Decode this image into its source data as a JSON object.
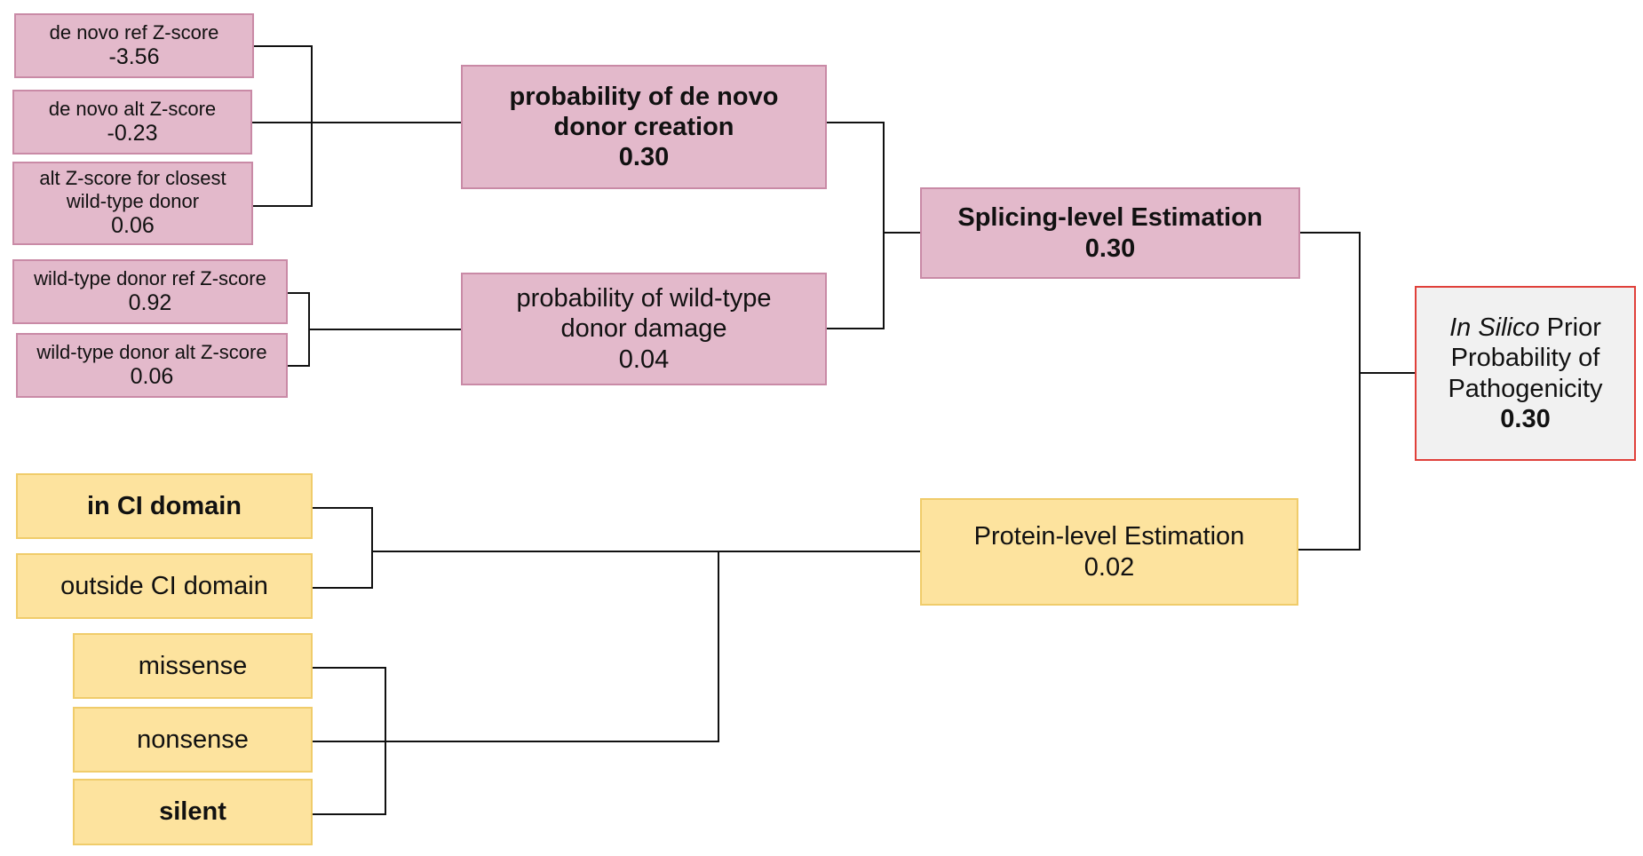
{
  "inputs": {
    "denovo_ref": {
      "label": "de novo ref Z-score",
      "value": "-3.56"
    },
    "denovo_alt": {
      "label": "de novo alt Z-score",
      "value": "-0.23"
    },
    "alt_closest": {
      "label_1": "alt Z-score for closest",
      "label_2": "wild-type donor",
      "value": "0.06"
    },
    "wt_ref": {
      "label": "wild-type donor ref Z-score",
      "value": "0.92"
    },
    "wt_alt": {
      "label": "wild-type donor alt Z-score",
      "value": "0.06"
    }
  },
  "mid": {
    "denovo_creation": {
      "label_1": "probability of de novo",
      "label_2": "donor creation",
      "value": "0.30"
    },
    "wt_damage": {
      "label_1": "probability of wild-type",
      "label_2": "donor damage",
      "value": "0.04"
    }
  },
  "domain": {
    "in_ci": "in CI domain",
    "outside_ci": "outside CI domain"
  },
  "consequence": {
    "missense": "missense",
    "nonsense": "nonsense",
    "silent": "silent"
  },
  "estimations": {
    "splicing": {
      "label": "Splicing-level Estimation",
      "value": "0.30"
    },
    "protein": {
      "label": "Protein-level Estimation",
      "value": "0.02"
    }
  },
  "final": {
    "title_italic": "In Silico",
    "title_rest": " Prior",
    "line_2": "Probability of",
    "line_3": "Pathogenicity",
    "value": "0.30"
  },
  "colors": {
    "splicing_fill": "#e3b9cb",
    "protein_fill": "#fde39e",
    "final_border": "#e0403a",
    "final_fill": "#f1f1f1"
  }
}
